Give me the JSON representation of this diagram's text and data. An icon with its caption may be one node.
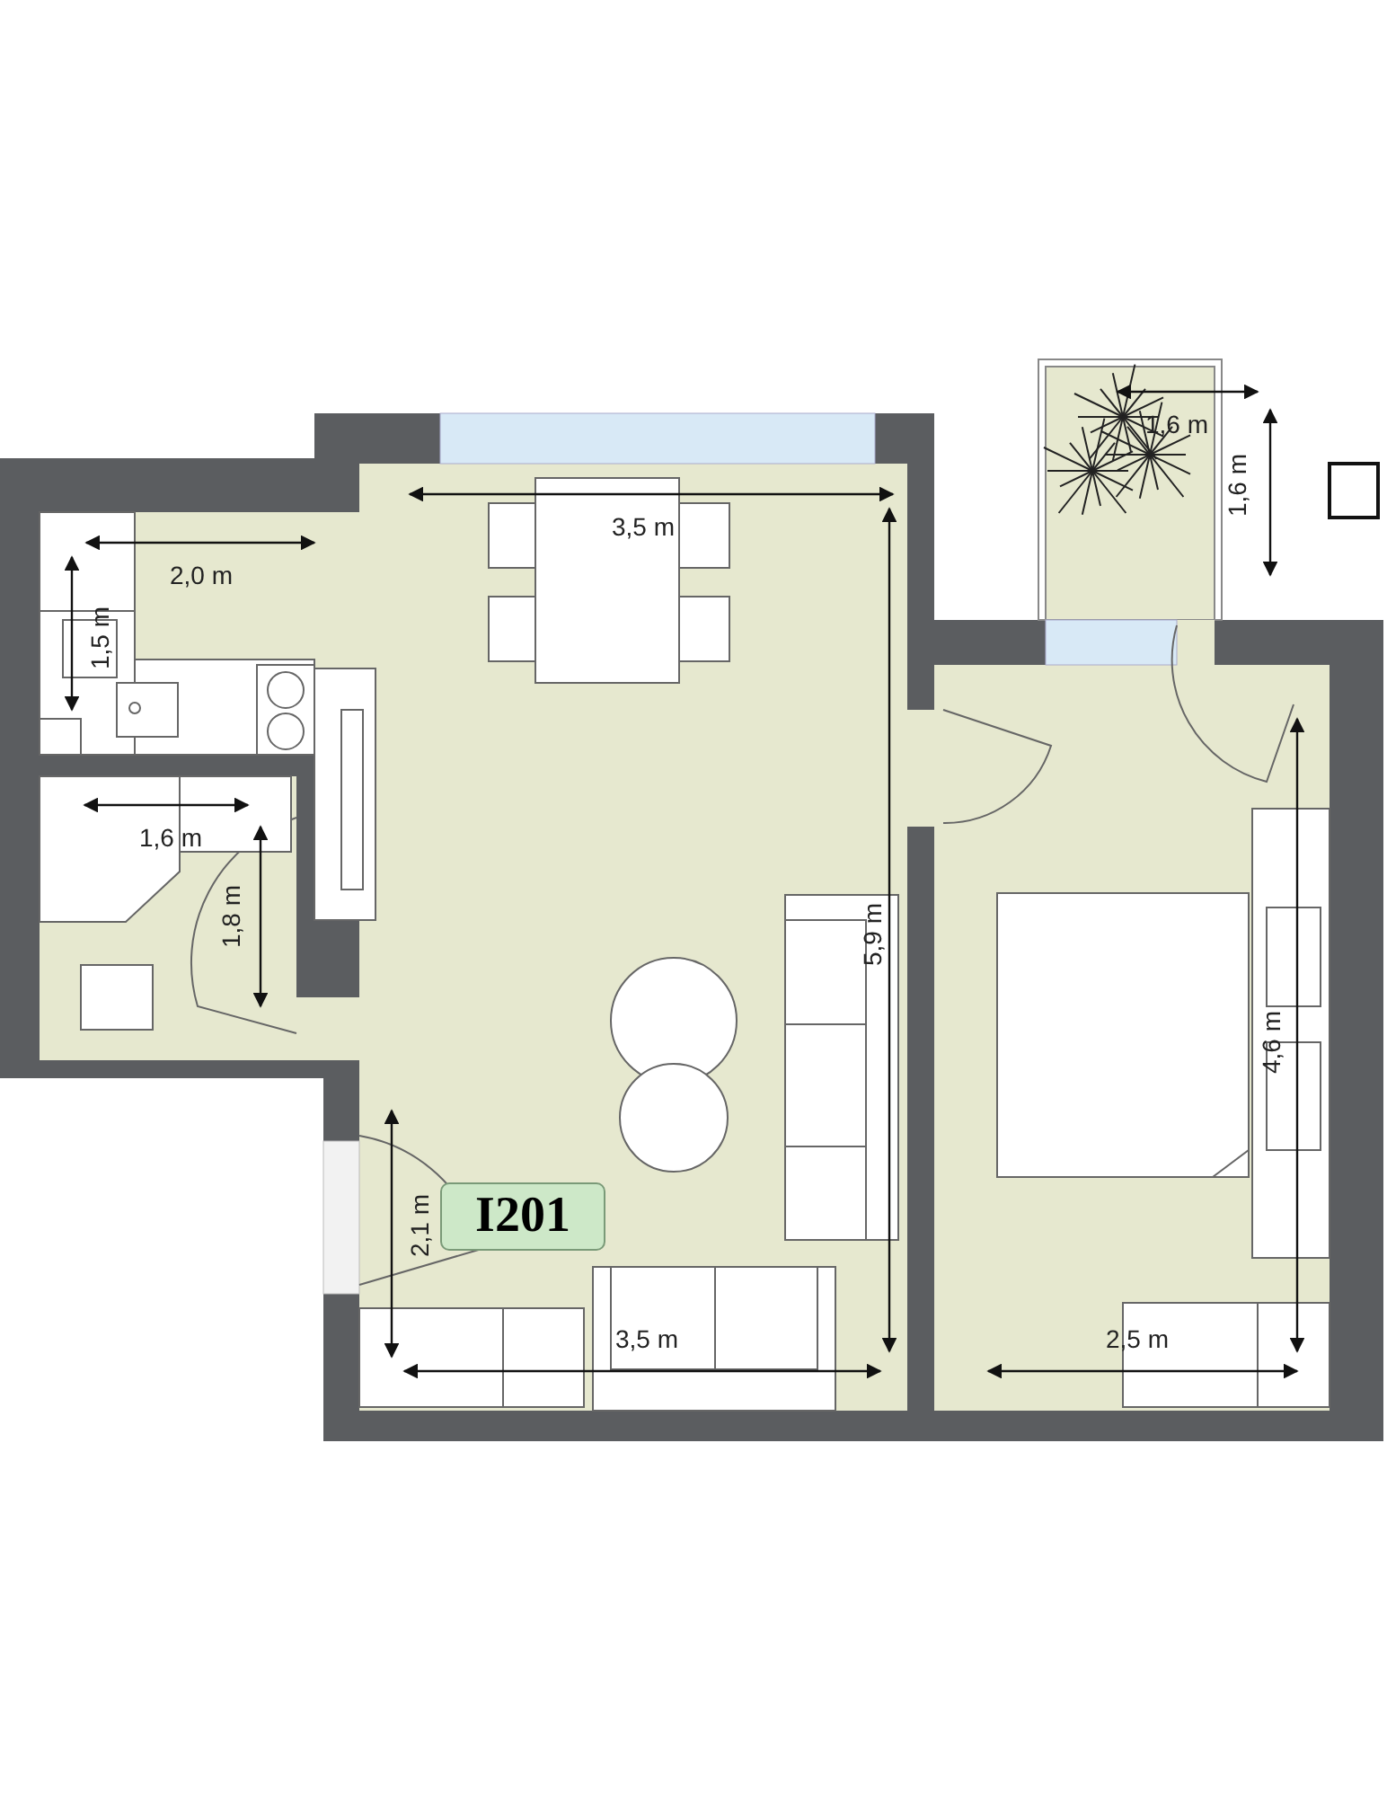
{
  "diagram": {
    "nodes": [
      {
        "text": [
          "I201"
        ]
      }
    ],
    "labels": [
      "1,6 m",
      "1,6 m",
      "3,5 m",
      "2,0 m",
      "1,5 m",
      "1,6 m",
      "1,8 m",
      "5,9 m",
      "4,6 m",
      "2,1 m",
      "3,5 m",
      "2,5 m"
    ]
  }
}
